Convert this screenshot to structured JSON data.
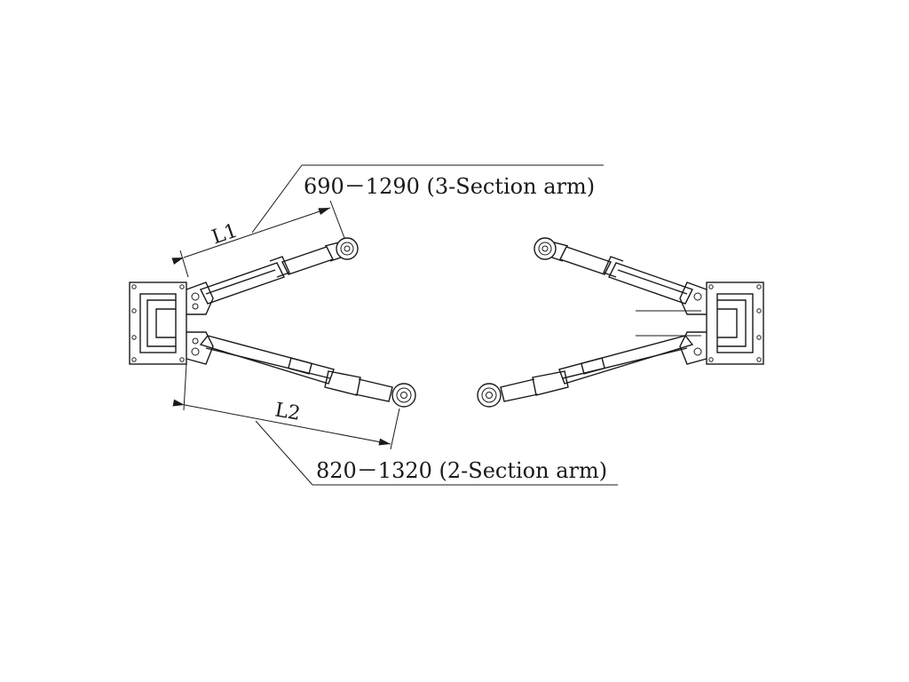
{
  "diagram": {
    "dimension_lines": [
      {
        "id": "L1",
        "label": "L1",
        "range_text": "690－1290 (3-Section arm)"
      },
      {
        "id": "L2",
        "label": "L2",
        "range_text": "820－1320 (2-Section arm)"
      }
    ],
    "colors": {
      "line": "#1a1a1a",
      "background": "#ffffff"
    }
  }
}
